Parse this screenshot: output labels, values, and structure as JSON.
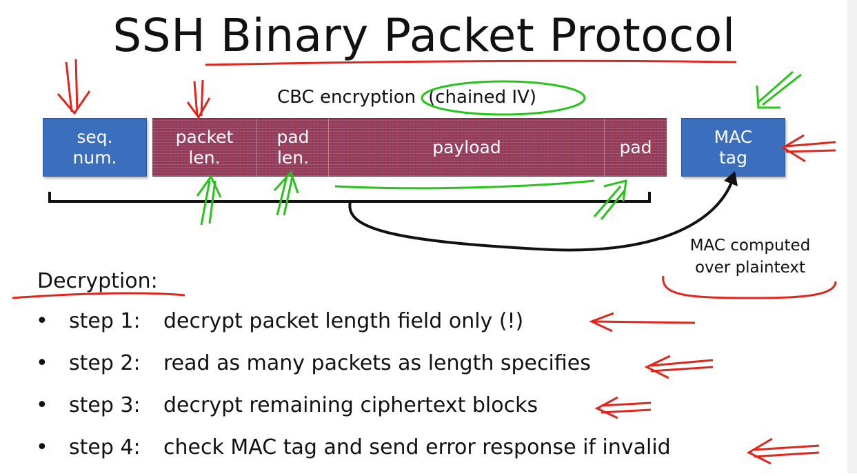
{
  "title": "SSH Binary Packet Protocol",
  "diagram": {
    "cbc_label": "CBC encryption",
    "chained_iv": "(chained IV)",
    "blocks": {
      "seq_num": "seq.\nnum.",
      "packet_len": "packet\nlen.",
      "pad_len": "pad\nlen.",
      "payload": "payload",
      "pad": "pad",
      "mac_tag": "MAC\ntag"
    },
    "mac_note": "MAC computed\nover plaintext"
  },
  "decryption": {
    "heading": "Decryption:",
    "steps": [
      {
        "bullet": "•",
        "num": "step 1:",
        "text": "decrypt packet length field only (!)"
      },
      {
        "bullet": "•",
        "num": "step 2:",
        "text": "read as many packets as length specifies"
      },
      {
        "bullet": "•",
        "num": "step 3:",
        "text": "decrypt remaining ciphertext blocks"
      },
      {
        "bullet": "•",
        "num": "step 4:",
        "text": "check MAC tag and send error response if invalid"
      }
    ]
  },
  "colors": {
    "blue_block": "#3b6fbd",
    "encrypted_block": "#9c3a55",
    "red_ink": "#e0261c",
    "green_ink": "#26c41a"
  }
}
